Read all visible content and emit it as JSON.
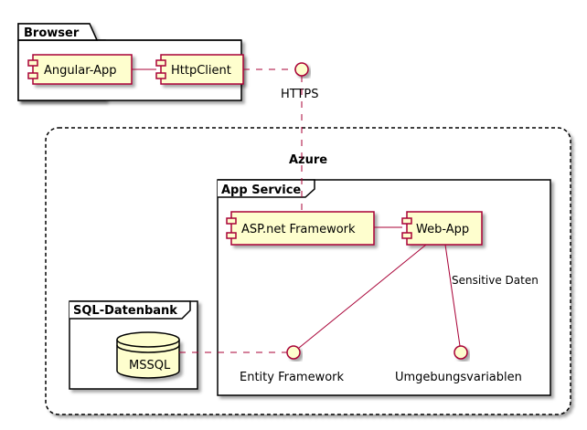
{
  "packages": {
    "browser": "Browser",
    "azure": "Azure",
    "app_service": "App Service",
    "sql_db": "SQL-Datenbank"
  },
  "components": {
    "angular_app": "Angular-App",
    "http_client": "HttpClient",
    "asp_net": "ASP.net Framework",
    "web_app": "Web-App",
    "mssql": "MSSQL"
  },
  "interfaces": {
    "https": "HTTPS",
    "entity_framework": "Entity Framework",
    "env_vars": "Umgebungsvariablen"
  },
  "edge_labels": {
    "sensitive": "Sensitive Daten"
  },
  "colors": {
    "component_fill": "#FEFECE",
    "component_border": "#A80036",
    "link": "#A80036",
    "package_border": "#000000"
  }
}
